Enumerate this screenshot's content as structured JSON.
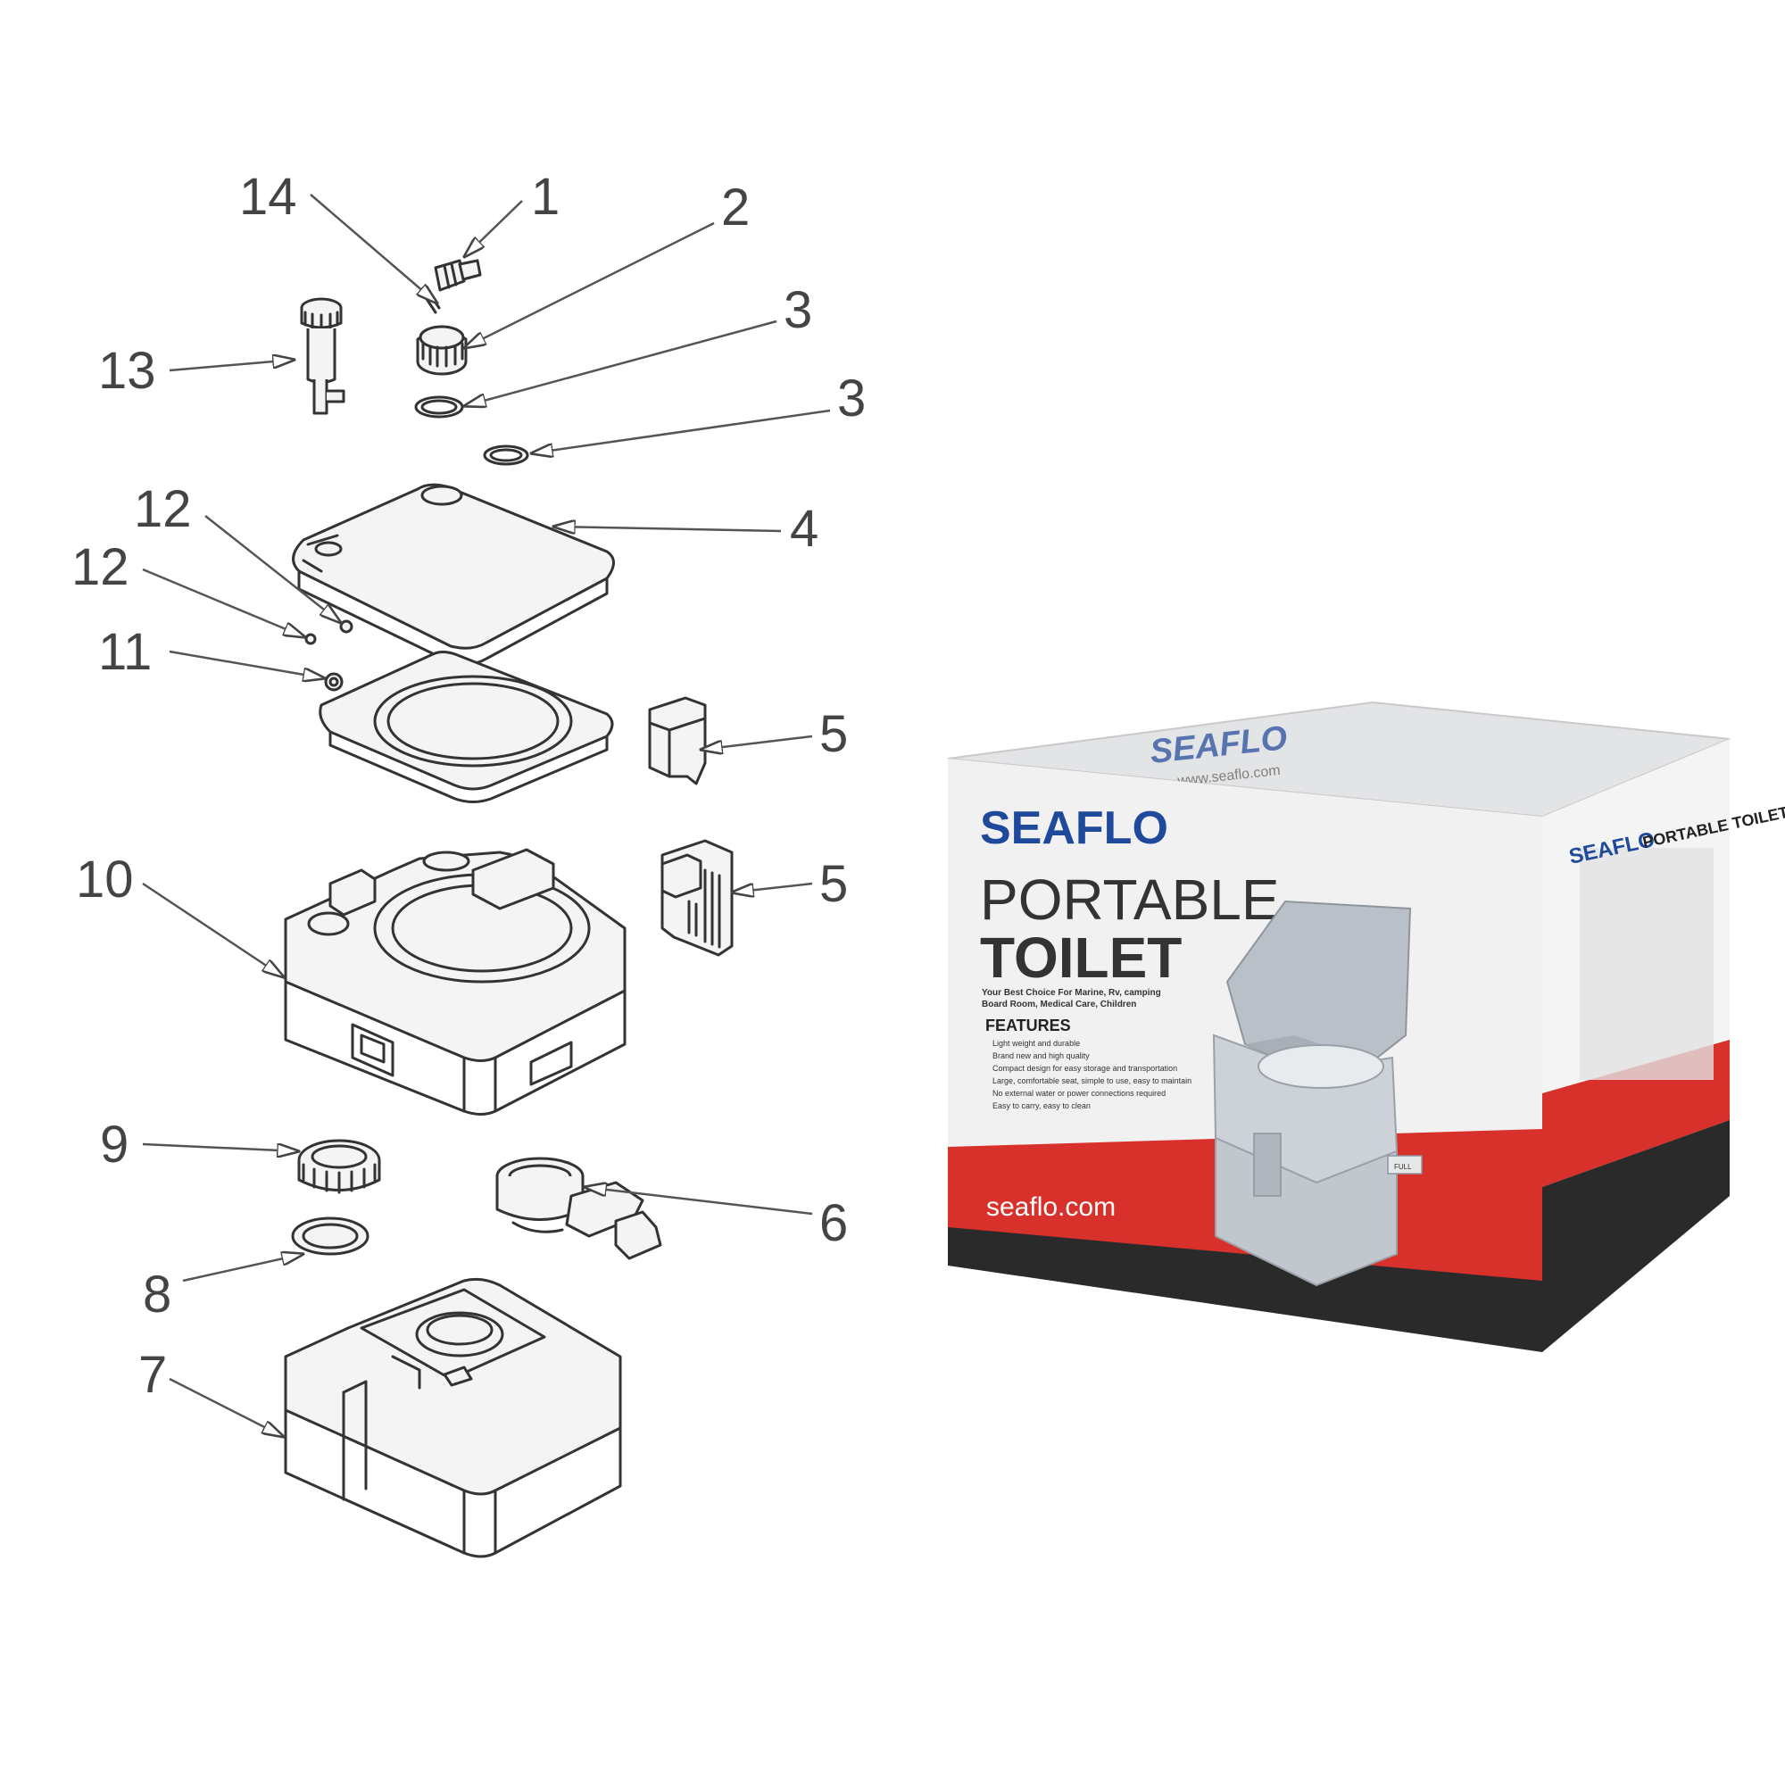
{
  "callouts": {
    "c1": "1",
    "c2": "2",
    "c3a": "3",
    "c3b": "3",
    "c4": "4",
    "c5a": "5",
    "c5b": "5",
    "c6": "6",
    "c7": "7",
    "c8": "8",
    "c9": "9",
    "c10": "10",
    "c11": "11",
    "c12a": "12",
    "c12b": "12",
    "c13": "13",
    "c14": "14"
  },
  "box": {
    "brand": "SEAFLO",
    "product_line1": "PORTABLE",
    "product_line2": "TOILET",
    "tagline_line1": "Your Best Choice For Marine, Rv, camping",
    "tagline_line2": "Board Room, Medical Care, Children",
    "features_heading": "FEATURES",
    "features": [
      "Light weight and durable",
      "Brand new and high quality",
      "Compact design for easy storage and transportation",
      "Large, comfortable seat, simple to use, easy to maintain",
      "No external water or power connections required",
      "Easy to carry, easy to clean"
    ],
    "website": "seaflo.com",
    "side_brand": "SEAFLO",
    "side_title": "PORTABLE TOILET",
    "top_brand": "SEAFLO",
    "top_url": "www.seaflo.com",
    "toilet_badge": "FULL"
  },
  "colors": {
    "brand_blue": "#1f4a9c",
    "brand_red": "#d42a2a",
    "box_red": "#d8302a",
    "box_dark": "#2a2a2a",
    "box_grey": "#e9e9ea"
  }
}
